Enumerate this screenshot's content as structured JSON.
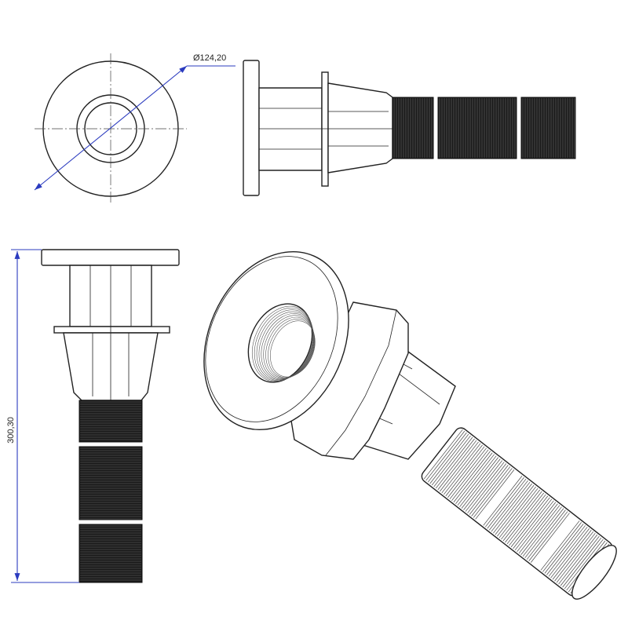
{
  "drawing": {
    "dimensions": {
      "diameter_label": "Ø124,20",
      "length_label": "300,30"
    },
    "colors": {
      "line": "#222222",
      "dimension": "#2b3bbf",
      "thread": "#1a1a1a",
      "background": "#ffffff"
    },
    "views": [
      "front-view",
      "side-view",
      "vertical-view",
      "isometric-view"
    ]
  }
}
